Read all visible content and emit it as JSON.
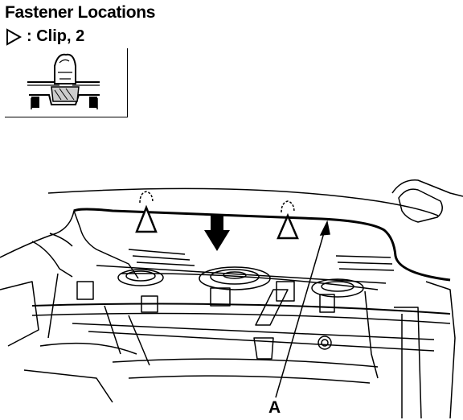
{
  "title": "Fastener Locations",
  "legend": {
    "symbol_name": "hollow-triangle-icon",
    "text": ": Clip, 2"
  },
  "callouts": {
    "a": "A"
  },
  "colors": {
    "ink": "#000000",
    "paper": "#ffffff",
    "shade": "#cccccc"
  }
}
